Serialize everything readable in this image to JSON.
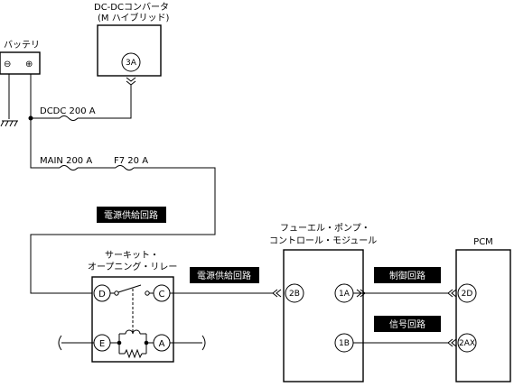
{
  "components": {
    "battery": {
      "label": "バッテリ",
      "neg": "⊖",
      "pos": "⊕"
    },
    "dcdc_converter": {
      "line1": "DC-DCコンバータ",
      "line2": "(M ハイブリッド)",
      "pin": "3A"
    },
    "relay": {
      "line1": "サーキット・",
      "line2": "オープニング・リレー",
      "pins": [
        "D",
        "C",
        "E",
        "A"
      ]
    },
    "fuel_pump_module": {
      "line1": "フューエル・ポンプ・",
      "line2": "コントロール・モジュール",
      "pins": [
        "2B",
        "1A",
        "1B"
      ]
    },
    "pcm": {
      "label": "PCM",
      "pins": [
        "2D",
        "2AX"
      ]
    }
  },
  "fuses": {
    "dcdc": "DCDC 200 A",
    "main": "MAIN 200 A",
    "f7": "F7 20 A"
  },
  "circuit_labels": {
    "power_supply_1": "電源供給回路",
    "power_supply_2": "電源供給回路",
    "control": "制御回路",
    "signal": "信号回路"
  }
}
